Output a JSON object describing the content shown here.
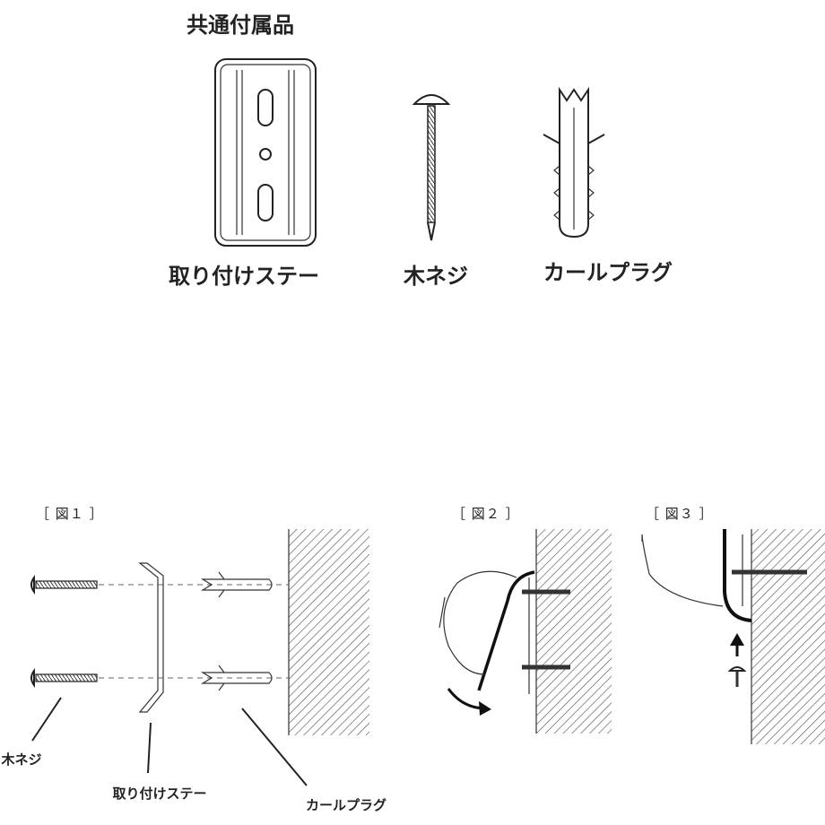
{
  "title": "共通付属品",
  "parts": [
    {
      "label": "取り付けステー",
      "icon": "mounting-bracket-icon"
    },
    {
      "label": "木ネジ",
      "icon": "wood-screw-icon"
    },
    {
      "label": "カールプラグ",
      "icon": "wall-plug-icon"
    }
  ],
  "figures": [
    {
      "label": "［ 図１ ］"
    },
    {
      "label": "［ 図２ ］"
    },
    {
      "label": "［ 図３ ］"
    }
  ],
  "callouts": {
    "screw": "木ネジ",
    "bracket": "取り付けステー",
    "plug": "カールプラグ"
  }
}
